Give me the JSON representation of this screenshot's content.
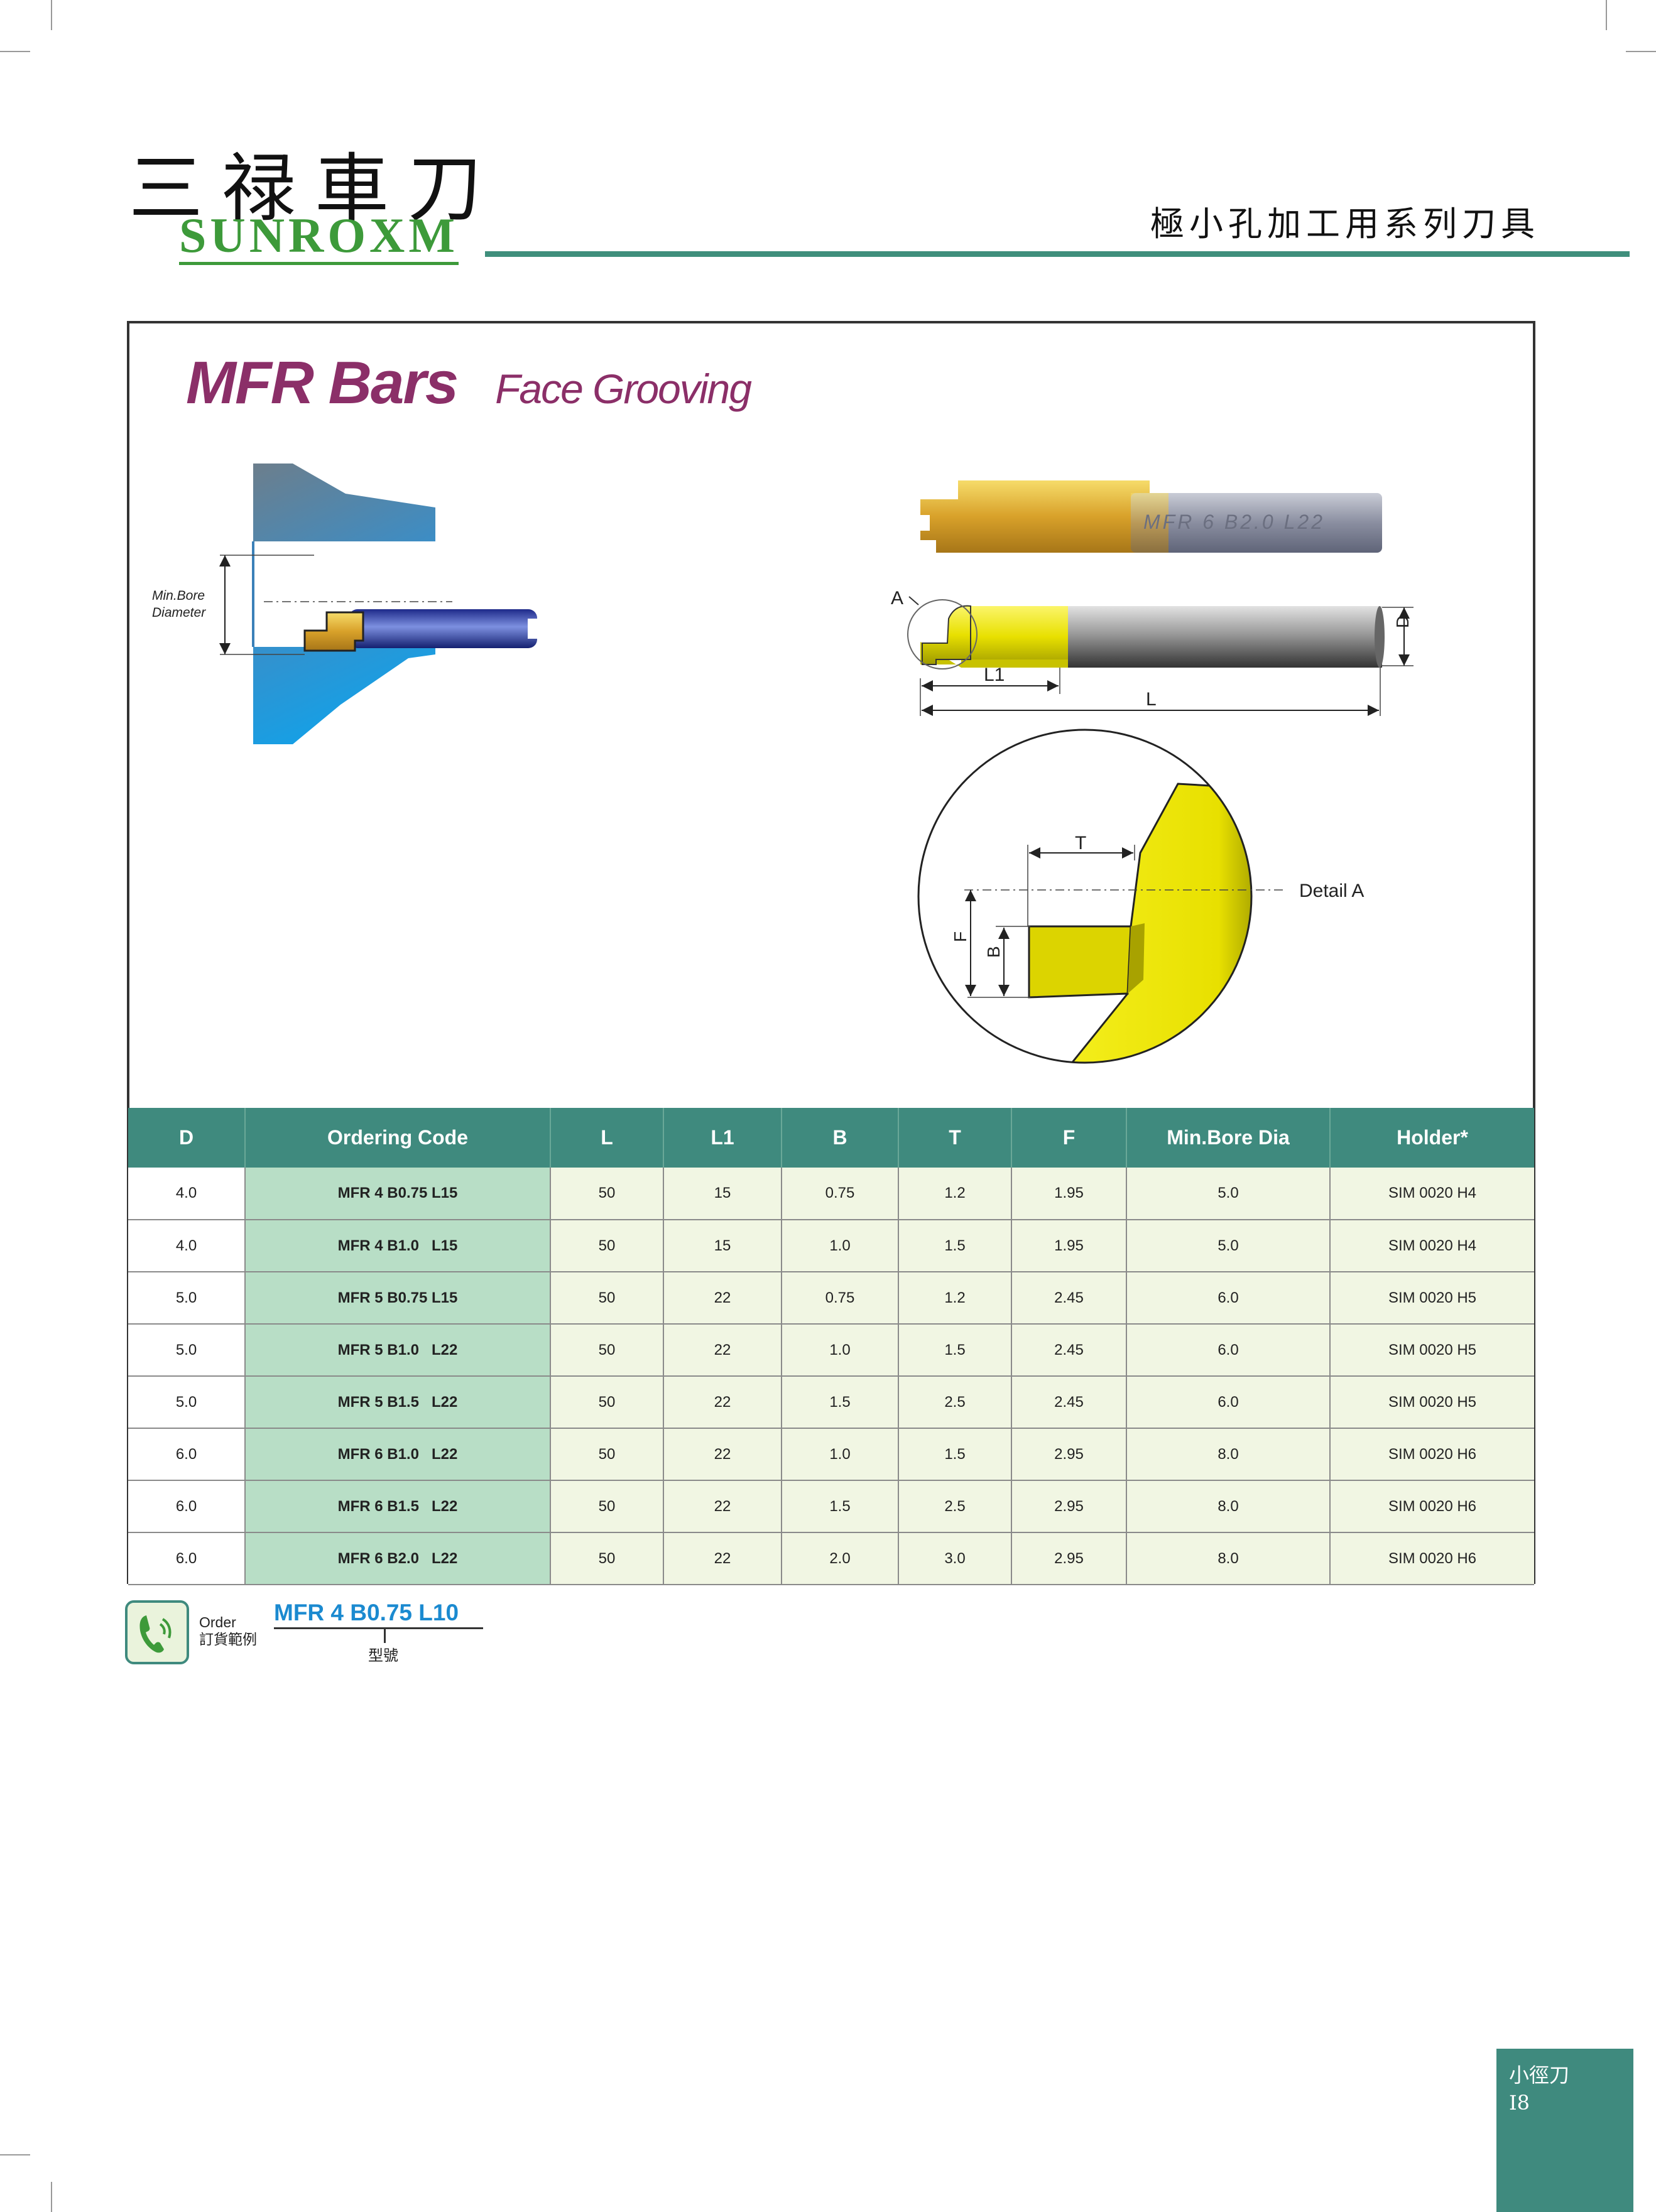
{
  "header": {
    "logo_cjk": "三禄車刀",
    "logo_en": "SUNROXM",
    "series_title": "極小孔加工用系列刀具"
  },
  "title": {
    "main": "MFR Bars",
    "sub": "Face Grooving"
  },
  "diagram": {
    "bore_label_line1": "Min.Bore",
    "bore_label_line2": "Diameter",
    "tool_engraving": "MFR 6 B2.0 L22",
    "dim_A": "A",
    "dim_L1": "L1",
    "dim_L": "L",
    "dim_D": "D",
    "dim_T": "T",
    "dim_F": "F",
    "dim_B": "B",
    "detail_label": "Detail  A"
  },
  "table": {
    "headers": [
      "D",
      "Ordering  Code",
      "L",
      "L1",
      "B",
      "T",
      "F",
      "Min.Bore Dia",
      "Holder*"
    ],
    "rows": [
      [
        "4.0",
        "MFR 4 B0.75 L15",
        "50",
        "15",
        "0.75",
        "1.2",
        "1.95",
        "5.0",
        "SIM 0020 H4"
      ],
      [
        "4.0",
        "MFR 4 B1.0   L15",
        "50",
        "15",
        "1.0",
        "1.5",
        "1.95",
        "5.0",
        "SIM 0020 H4"
      ],
      [
        "5.0",
        "MFR 5 B0.75 L15",
        "50",
        "22",
        "0.75",
        "1.2",
        "2.45",
        "6.0",
        "SIM 0020 H5"
      ],
      [
        "5.0",
        "MFR 5 B1.0   L22",
        "50",
        "22",
        "1.0",
        "1.5",
        "2.45",
        "6.0",
        "SIM 0020 H5"
      ],
      [
        "5.0",
        "MFR 5 B1.5   L22",
        "50",
        "22",
        "1.5",
        "2.5",
        "2.45",
        "6.0",
        "SIM 0020 H5"
      ],
      [
        "6.0",
        "MFR 6 B1.0   L22",
        "50",
        "22",
        "1.0",
        "1.5",
        "2.95",
        "8.0",
        "SIM 0020 H6"
      ],
      [
        "6.0",
        "MFR 6 B1.5   L22",
        "50",
        "22",
        "1.5",
        "2.5",
        "2.95",
        "8.0",
        "SIM 0020 H6"
      ],
      [
        "6.0",
        "MFR 6 B2.0   L22",
        "50",
        "22",
        "2.0",
        "3.0",
        "2.95",
        "8.0",
        "SIM 0020 H6"
      ]
    ]
  },
  "order": {
    "label_en": "Order",
    "label_cjk": "訂貨範例",
    "example_code": "MFR 4 B0.75 L10",
    "type_label": "型號"
  },
  "page_tab": {
    "section": "小徑刀",
    "page_number": "I8"
  },
  "colors": {
    "brand_green": "#3d9a3a",
    "teal": "#3f8a7e",
    "title_magenta": "#8b2f68",
    "code_blue": "#1b8ad0",
    "insert_yellow": "#e8e000"
  }
}
